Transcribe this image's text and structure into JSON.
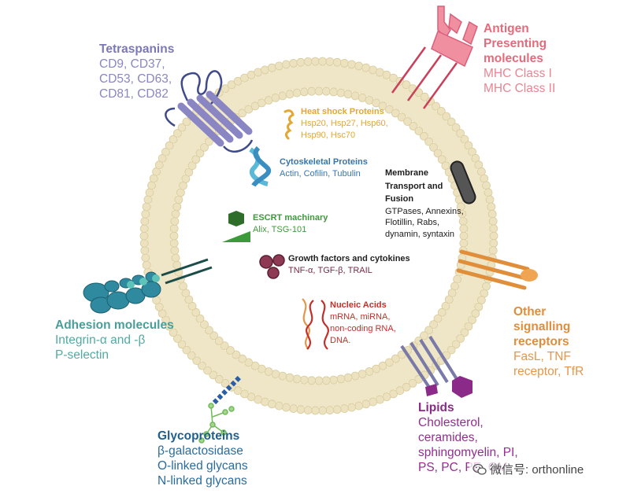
{
  "labels": {
    "tetraspanins": {
      "title": "Tetraspanins",
      "lines": [
        "CD9, CD37,",
        "CD53, CD63,",
        "CD81, CD82"
      ]
    },
    "antigen": {
      "title_lines": [
        "Antigen",
        "Presenting",
        "molecules"
      ],
      "lines": [
        "MHC Class I",
        "MHC Class II"
      ]
    },
    "adhesion": {
      "title": "Adhesion molecules",
      "lines": [
        "Integrin-α and -β",
        "P-selectin"
      ]
    },
    "glycoproteins": {
      "title": "Glycoproteins",
      "lines": [
        "β-galactosidase",
        "O-linked glycans",
        "N-linked glycans"
      ]
    },
    "lipids": {
      "title": "Lipids",
      "lines": [
        "Cholesterol,",
        "ceramides,",
        "sphingomyelin, PI,",
        "PS, PC, PE, GM"
      ]
    },
    "signalling": {
      "title_lines": [
        "Other",
        "signalling",
        "receptors"
      ],
      "lines": [
        "FasL, TNF",
        "receptor, TfR"
      ]
    },
    "heat_shock": {
      "title": "Heat shock  Proteins",
      "lines": [
        "Hsp20, Hsp27, Hsp60,",
        "Hsp90, Hsc70"
      ]
    },
    "cytoskeletal": {
      "title": "Cytoskeletal Proteins",
      "lines": [
        "Actin, Cofilin, Tubulin"
      ]
    },
    "membrane_transport": {
      "title_lines": [
        "Membrane",
        "Transport and",
        "Fusion"
      ],
      "lines": [
        "GTPases, Annexins,",
        "Flotillin, Rabs,",
        "dynamin, syntaxin"
      ]
    },
    "escrt": {
      "title": "ESCRT machinary",
      "lines": [
        "Alix, TSG-101"
      ]
    },
    "growth_factors": {
      "title": "Growth factors and cytokines",
      "lines": [
        "TNF-α, TGF-β, TRAIL"
      ]
    },
    "nucleic_acids": {
      "title": "Nucleic Acids",
      "lines": [
        "mRNA, miRNA,",
        "non-coding RNA,",
        "DNA."
      ]
    }
  },
  "watermark": {
    "text": "微信号: orthonline",
    "icon": "wechat-icon"
  },
  "colors": {
    "membrane_bead": "#ece2bf",
    "membrane_bead_edge": "#d9cb9c",
    "tetraspanins": "#8a86c4",
    "antigen": "#e56b7c",
    "adhesion": "#4a9e98",
    "glycoproteins": "#1f5f8f",
    "lipids": "#8b2a88",
    "signalling": "#e08e3a",
    "heat_shock": "#e3a832",
    "cytoskeletal": "#3576b0",
    "escrt": "#3c9a3a",
    "growth_factors": "#7a2a44",
    "nucleic_acids": "#c3302a"
  }
}
